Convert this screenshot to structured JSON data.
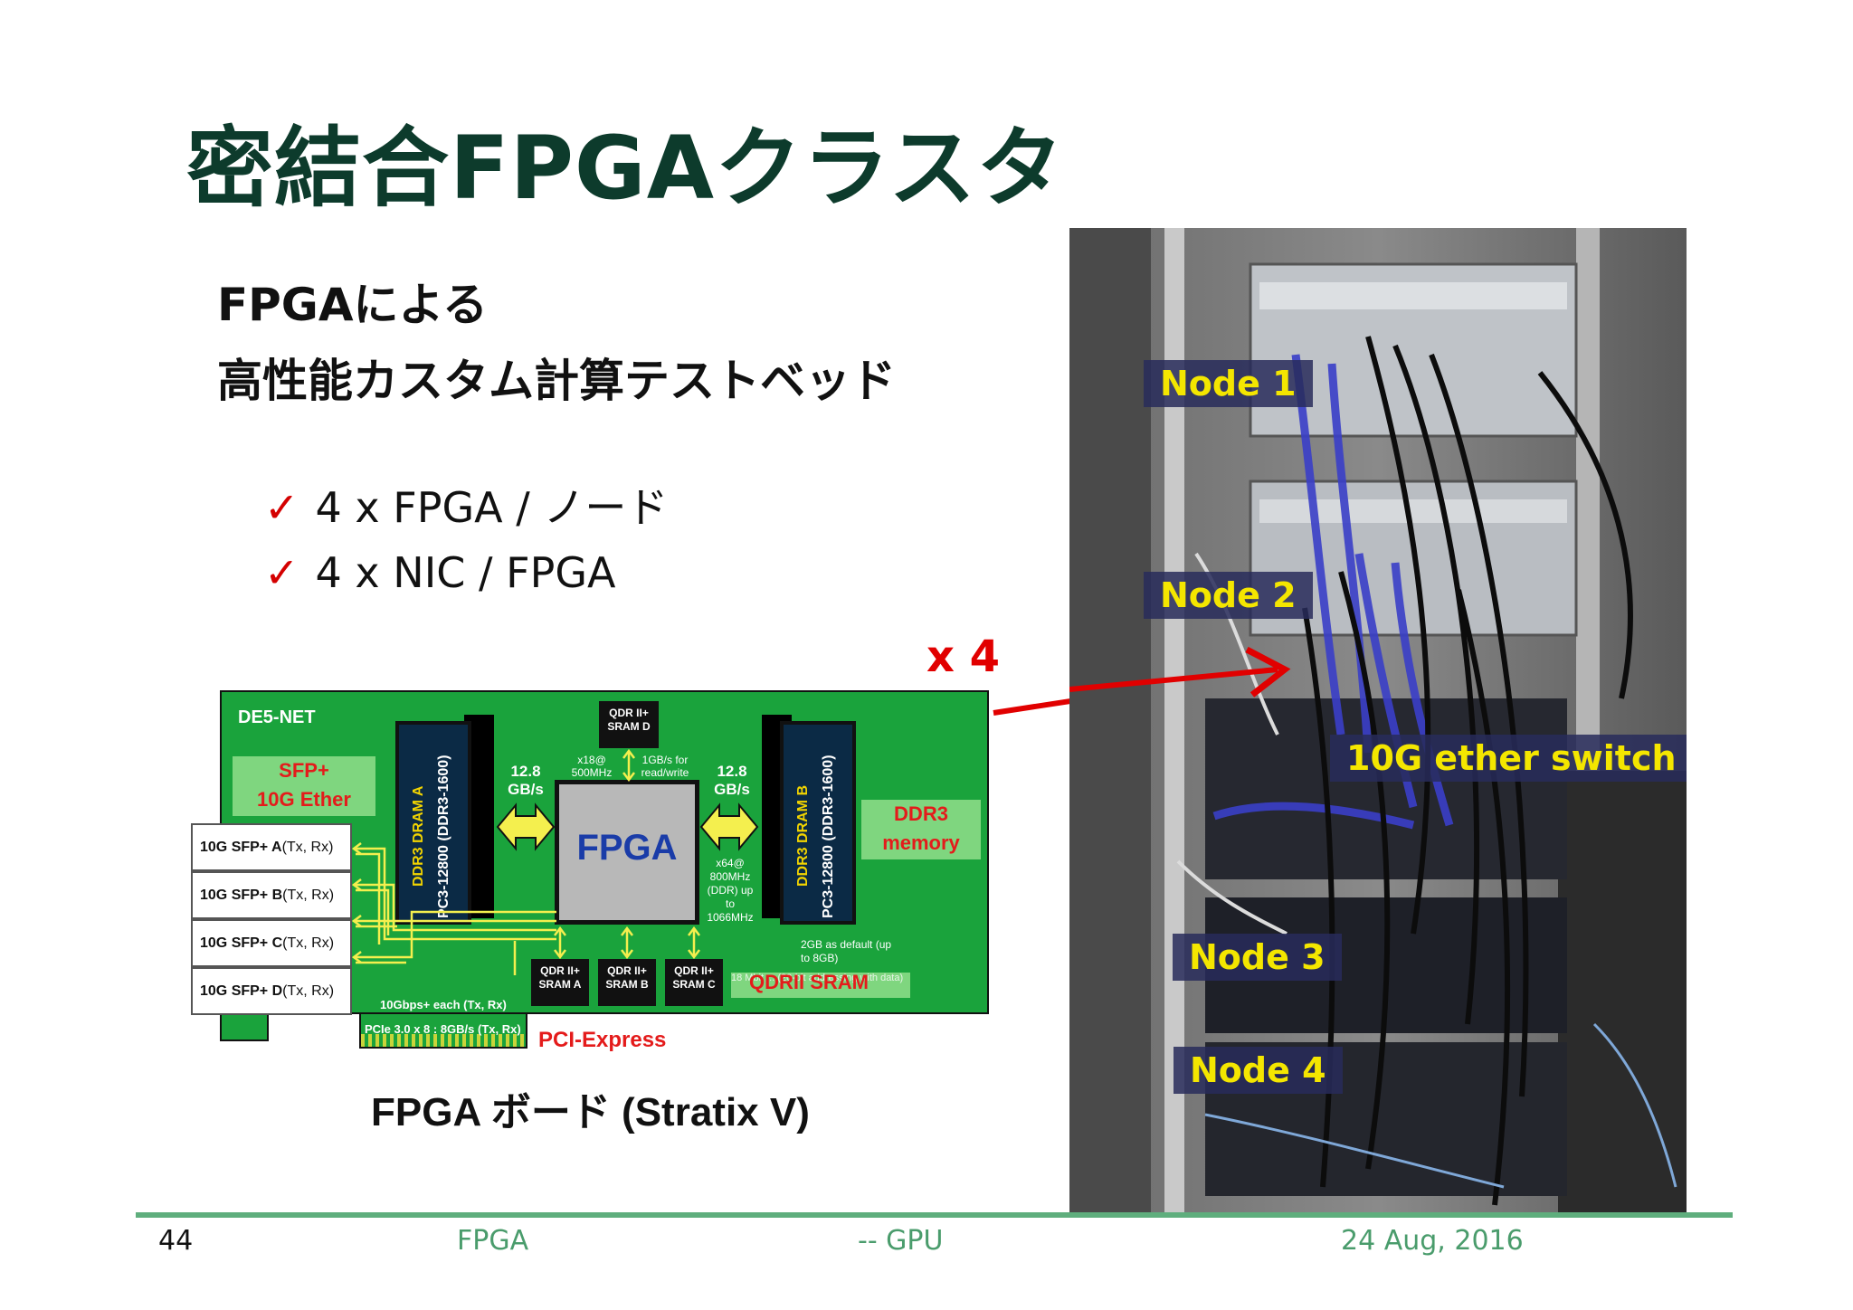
{
  "slide": {
    "title": "密結合FPGAクラスタ",
    "subtitle_line1": "FPGAによる",
    "subtitle_line2": "高性能カスタム計算テストベッド",
    "bullets": [
      {
        "check": "✓",
        "text": "4 x FPGA / ノード"
      },
      {
        "check": "✓",
        "text": "4 x NIC / FPGA"
      }
    ],
    "multiplier": "x 4",
    "caption": "FPGA ボード (Stratix V)"
  },
  "board": {
    "name": "DE5-NET",
    "sfp_tag_line1": "SFP+",
    "sfp_tag_line2": "10G Ether",
    "ddr3_tag_line1": "DDR3",
    "ddr3_tag_line2": "memory",
    "qdr_tag": "QDRII SRAM",
    "qdr_note": "18 Mbit ... (20-bit addressing with data)",
    "pcie_label": "PCI-Express",
    "pcie_spec": "PCIe 3.0 x 8 : 8GB/s (Tx, Rx)",
    "sfp_speed": "10Gbps+ each (Tx, Rx)",
    "fpga": "FPGA",
    "dram_a_line1": "DDR3 DRAM A",
    "dram_a_line2": "PC3-12800 (DDR3-1600)",
    "dram_b_line1": "DDR3 DRAM B",
    "dram_b_line2": "PC3-12800 (DDR3-1600)",
    "bw_left": "12.8 GB/s",
    "bw_right": "12.8 GB/s",
    "sram_d": "QDR II+ SRAM D",
    "sram_a": "QDR II+ SRAM A",
    "sram_b": "QDR II+ SRAM B",
    "sram_c": "QDR II+ SRAM C",
    "sram_d_rate": "x18@ 500MHz",
    "sram_d_bw": "1GB/s for read/write",
    "ddr_rate": "x64@ 800MHz (DDR) up to 1066MHz",
    "ddr_default": "2GB as default (up to 8GB)",
    "sfp_ports": [
      {
        "name": "10G SFP+ A",
        "suffix": "(Tx, Rx)"
      },
      {
        "name": "10G SFP+ B",
        "suffix": "(Tx, Rx)"
      },
      {
        "name": "10G SFP+ C",
        "suffix": "(Tx, Rx)"
      },
      {
        "name": "10G SFP+ D",
        "suffix": "(Tx, Rx)"
      }
    ]
  },
  "rack": {
    "node1": "Node 1",
    "node2": "Node 2",
    "switch": "10G ether switch",
    "node3": "Node 3",
    "node4": "Node 4"
  },
  "footer": {
    "page": "44",
    "left": "FPGA",
    "center": "-- GPU",
    "date": "24 Aug, 2016"
  },
  "colors": {
    "title": "#0d3b2c",
    "board_green": "#1aa33c",
    "accent_red": "#e10000",
    "footer_green": "#4a9c6c",
    "node_label": "#f4e600"
  }
}
